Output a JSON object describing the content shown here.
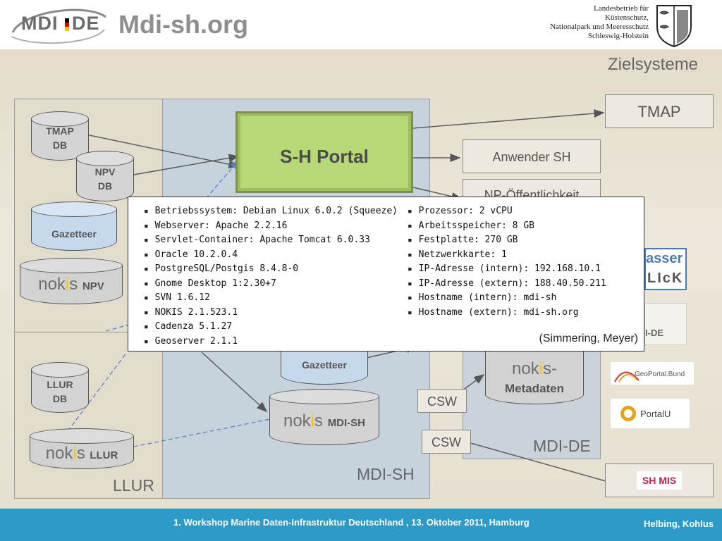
{
  "header": {
    "logo": {
      "text_left": "MDI",
      "text_right": "DE"
    },
    "title": "Mdi-sh.org",
    "agency": [
      "Landesbetrieb für",
      "Küstenschutz,",
      "Nationalpark und Meeresschutz",
      "Schleswig-Holstein"
    ],
    "coat_of_arms": "coat-of-arms"
  },
  "regions": {
    "llur": "LLUR",
    "mdi_sh": "MDI-SH",
    "mdi_de": "MDI-DE",
    "zielsysteme": "Zielsysteme"
  },
  "databases": {
    "tmap_db": [
      "TMAP",
      "DB"
    ],
    "npv_db": [
      "NPV",
      "DB"
    ],
    "gazetteer_left": "Gazetteer",
    "gazetteer_center": "Gazetteer",
    "llur_db": [
      "LLUR",
      "DB"
    ],
    "nokis_npv": {
      "pre": "nok",
      "i": "i",
      "post": "s",
      "suffix": "NPV"
    },
    "nokis_llur": {
      "pre": "nok",
      "i": "i",
      "post": "s",
      "suffix": "LLUR"
    },
    "nokis_mdish": {
      "pre": "nok",
      "i": "i",
      "post": "s",
      "suffix": "MDI-SH"
    },
    "nokis_meta": {
      "pre": "nok",
      "i": "i",
      "post": "s-",
      "suffix": "Metadaten"
    }
  },
  "portal": {
    "label": "S-H Portal"
  },
  "targets": {
    "tmap": "TMAP",
    "anwender": "Anwender SH",
    "np_partial": "NP-Öffentlichkeit",
    "wasserblick_partial": "asser",
    "wasserblick_partial2": "LIcK",
    "mdide_partial": "I-DE",
    "geoportal": "GeoPortal.Bund",
    "portalu": "PortalU",
    "shmis": "SH MIS"
  },
  "protocols": {
    "csw1": "CSW",
    "csw2": "CSW"
  },
  "popup": {
    "left": [
      "Betriebssystem: Debian Linux 6.0.2 (Squeeze)",
      "Webserver: Apache 2.2.16",
      "Servlet-Container: Apache Tomcat 6.0.33",
      "Oracle 10.2.0.4",
      "PostgreSQL/Postgis 8.4.8-0",
      "Gnome Desktop 1:2.30+7",
      "SVN 1.6.12",
      "NOKIS 2.1.523.1",
      "Cadenza 5.1.27",
      "Geoserver 2.1.1"
    ],
    "right": [
      "Prozessor: 2 vCPU",
      "Arbeitsspeicher: 8 GB",
      "Festplatte: 270 GB",
      "Netzwerkkarte: 1",
      "IP-Adresse (intern): 192.168.10.1",
      "IP-Adresse (extern): 188.40.50.211",
      "Hostname (intern): mdi-sh",
      "Hostname (extern): mdi-sh.org"
    ],
    "credit": "(Simmering, Meyer)"
  },
  "footer": {
    "event": "1. Workshop Marine Daten-Infrastruktur Deutschland , 13. Oktober 2011, Hamburg",
    "authors": "Helbing, Kohlus"
  },
  "colors": {
    "footer": "#2e9ac7",
    "portal": "#b8d776",
    "portal_border": "#7f8f4e",
    "mdi_sh_region": "#c7d3dc",
    "gazetteer": "#c6d9ec",
    "db_gray": "#d2d2d2",
    "arrow_dashed": "#5b7fd6"
  }
}
